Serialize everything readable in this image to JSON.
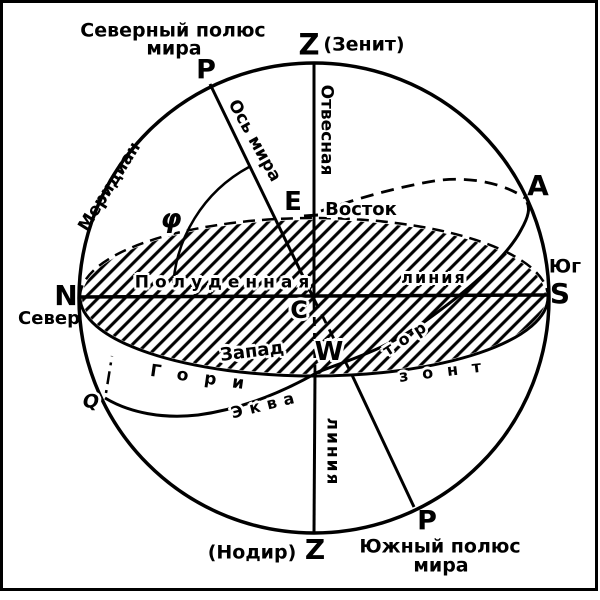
{
  "figure": {
    "type": "celestial-sphere-diagram",
    "language": "Russian",
    "ink_color": "#000000",
    "paper_color": "#ffffff"
  },
  "labels": {
    "north_celestial_pole_line1": "Северный полюс",
    "north_celestial_pole_line2": "мира",
    "zenith_point": "Z",
    "zenith_name": "(Зенит)",
    "north_pole_point": "P",
    "world_axis": "Ось мира",
    "meridian": "Меридиан",
    "plumb_word1": "Отвесная",
    "plumb_word2": "линия",
    "east_point": "E",
    "east_name": "Восток",
    "latitude_angle": "φ",
    "point_a": "A",
    "noon_line_word1": "Полуденная",
    "noon_line_word2": "линия",
    "south_name": "Юг",
    "north_point": "N",
    "south_point": "S",
    "north_name": "Север",
    "center_point": "C",
    "west_name": "Запад",
    "west_point": "W",
    "horizon_part1": "Гори",
    "horizon_part2": "зонт",
    "equator_part1": "Эква",
    "equator_part2": "тор",
    "point_q": "Q",
    "nadir_name": "(Нодир)",
    "nadir_point": "Z",
    "south_pole_point": "P",
    "south_celestial_pole_line1": "Южный полюс",
    "south_celestial_pole_line2": "мира"
  }
}
